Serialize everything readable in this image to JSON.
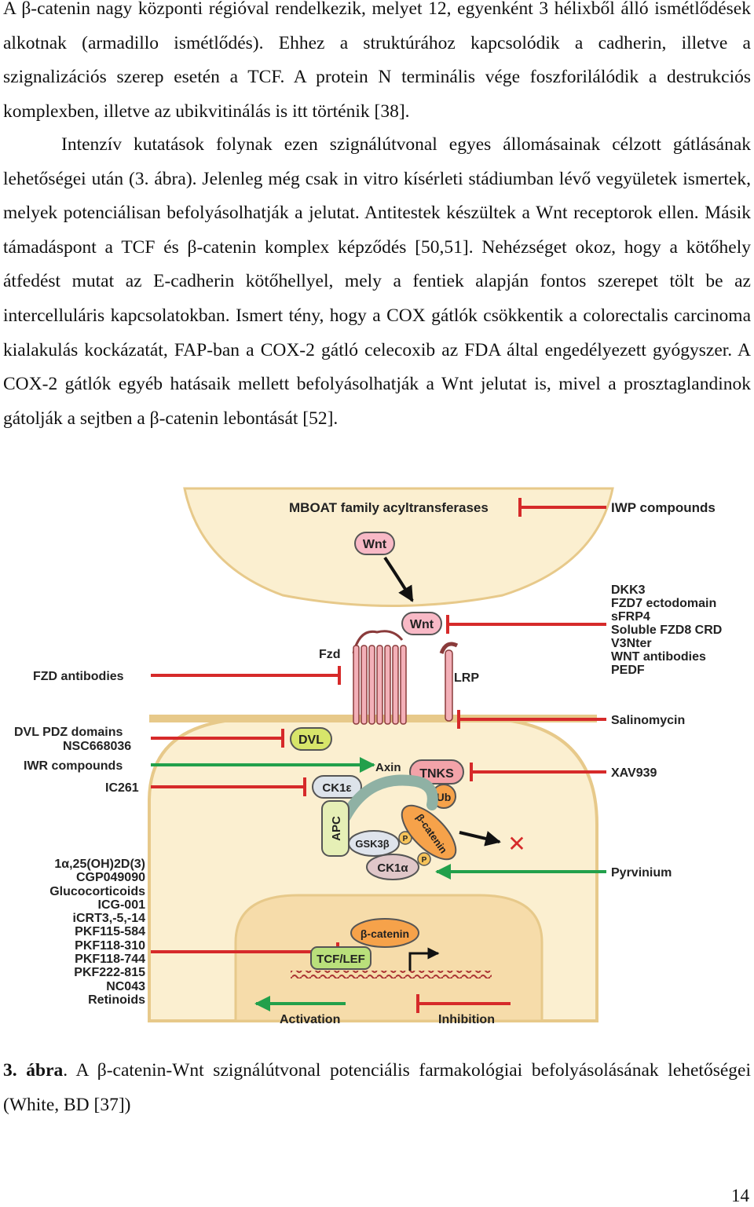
{
  "body": {
    "paragraph1": "A β-catenin nagy központi régióval rendelkezik, melyet 12, egyenként 3 hélixből álló ismétlődések alkotnak (armadillo ismétlődés). Ehhez a struktúrához kapcsolódik a cadherin, illetve a szignalizációs szerep esetén a TCF. A protein N terminális vége foszforilálódik a destrukciós komplexben, illetve az ubikvitinálás is itt történik [38].",
    "paragraph2": "Intenzív kutatások folynak ezen szignálútvonal egyes állomásainak célzott gátlásának lehetőségei után (3. ábra). Jelenleg még csak in vitro kísérleti stádiumban lévő vegyületek ismertek, melyek potenciálisan befolyásolhatják a jelutat. Antitestek készültek a Wnt receptorok ellen. Másik támadáspont a TCF és β-catenin komplex képződés [50,51]. Nehézséget okoz, hogy a kötőhely átfedést mutat az E-cadherin kötőhellyel, mely a fentiek alapján fontos szerepet tölt be az intercelluláris kapcsolatokban. Ismert tény, hogy a COX gátlók csökkentik a colorectalis carcinoma kialakulás kockázatát, FAP-ban a COX-2 gátló celecoxib az FDA által engedélyezett gyógyszer. A COX-2 gátlók egyéb hatásaik mellett befolyásolhatják a Wnt jelutat is, mivel a prosztaglandinok gátolják a sejtben a β-catenin lebontását [52]."
  },
  "figure": {
    "top_label": "MBOAT family acyltransferases",
    "iwp": "IWP compounds",
    "wnt_secreted": "Wnt",
    "wnt_bound": "Wnt",
    "fzd": "Fzd",
    "lrp": "LRP",
    "right_group": [
      "DKK3",
      "FZD7 ectodomain",
      "sFRP4",
      "Soluble FZD8 CRD",
      "V3Nter",
      "WNT antibodies",
      "PEDF"
    ],
    "fzd_antibodies": "FZD antibodies",
    "salinomycin": "Salinomycin",
    "dvl_group": [
      "DVL PDZ domains",
      "NSC668036"
    ],
    "dvl": "DVL",
    "iwr": "IWR compounds",
    "axin": "Axin",
    "tnks": "TNKS",
    "xav": "XAV939",
    "ic261": "IC261",
    "ck1e": "CK1ε",
    "ub": "Ub",
    "apc": "APC",
    "gsk": "GSK3β",
    "p": "P",
    "bcat_destruction": "β-catenin",
    "ck1a": "CK1α",
    "degradation_mark": "✕",
    "pyrvinium": "Pyrvinium",
    "nuclear_group": [
      "1α,25(OH)2D(3)",
      "CGP049090",
      "Glucocorticoids",
      "ICG-001",
      "iCRT3,-5,-14",
      "PKF115-584",
      "PKF118-310",
      "PKF118-744",
      "PKF222-815",
      "NC043",
      "Retinoids"
    ],
    "bcat_nuclear": "β-catenin",
    "tcf": "TCF/LEF",
    "activation": "Activation",
    "inhibition": "Inhibition",
    "colors": {
      "activation": "#22a04b",
      "inhibition": "#d62a2a",
      "cell": "#fbefd0",
      "cell_border": "#e7c98a"
    }
  },
  "caption": {
    "label": "3. ábra",
    "text": ". A β-catenin-Wnt szignálútvonal potenciális farmakológiai befolyásolásának lehetőségei (White, BD [37])"
  },
  "page_number": "14"
}
